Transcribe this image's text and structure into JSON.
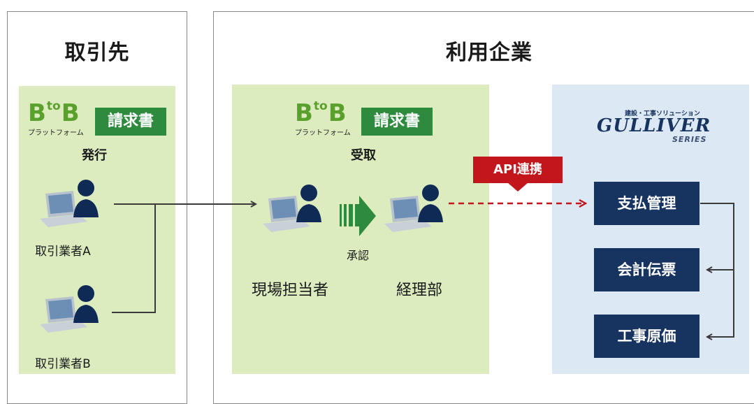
{
  "left_panel": {
    "title": "取引先"
  },
  "right_panel": {
    "title": "利用企業"
  },
  "btob_logo": {
    "b1": "B",
    "to": "to",
    "b2": "B",
    "sub": "プラットフォーム"
  },
  "invoice_badge": "請求書",
  "issue_label": "発行",
  "receive_label": "受取",
  "vendors": [
    "取引業者A",
    "取引業者B"
  ],
  "approval_label": "承認",
  "onsite_label": "現場担当者",
  "accounting_label": "経理部",
  "api_label": "API連携",
  "gulliver": {
    "tagline": "建設・工事ソリューション",
    "name": "GULLIVER",
    "series": "SERIES"
  },
  "modules": [
    "支払管理",
    "会計伝票",
    "工事原価"
  ],
  "colors": {
    "green_area": "#dcecbf",
    "blue_area": "#dce8f4",
    "green_badge": "#2e8b3e",
    "navy": "#17335f",
    "api_red": "#c2151c",
    "person_navy": "#0f2a55"
  }
}
